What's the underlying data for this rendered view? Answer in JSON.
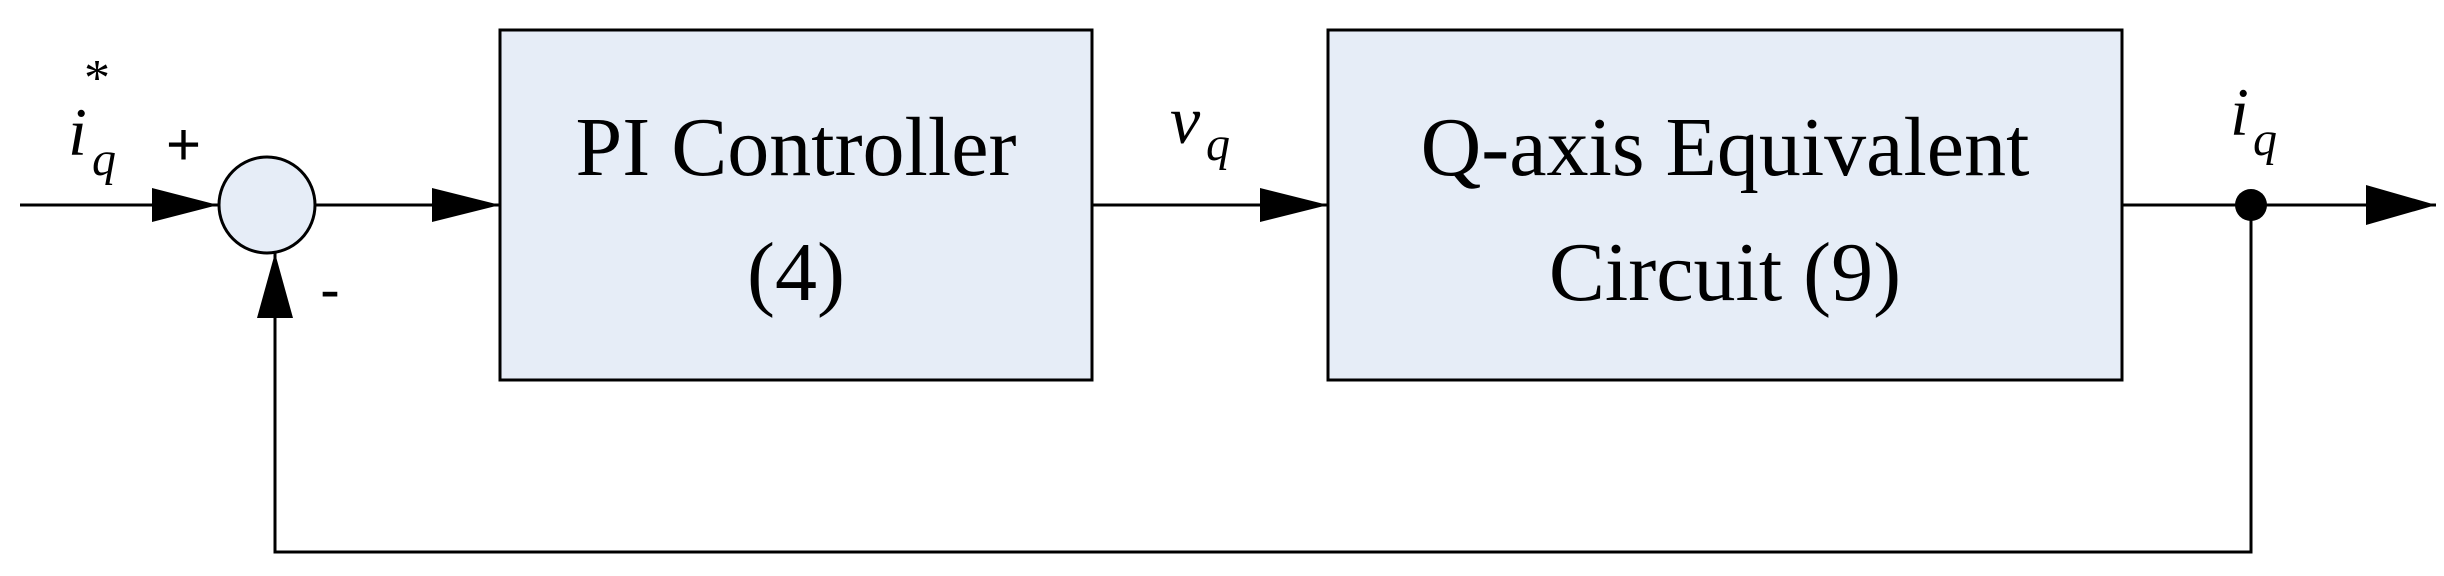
{
  "blocks": {
    "pi_controller": {
      "line1": "PI Controller",
      "line2": "(4)"
    },
    "q_axis_circuit": {
      "line1": "Q-axis Equivalent",
      "line2": "Circuit (9)"
    }
  },
  "signals": {
    "reference": {
      "symbol": "i",
      "subscript": "q",
      "superscript": "*"
    },
    "control": {
      "symbol": "v",
      "subscript": "q"
    },
    "output": {
      "symbol": "i",
      "subscript": "q"
    }
  },
  "summing_junction": {
    "plus": "+",
    "minus": "-"
  },
  "colors": {
    "block_fill": "#e6edf7",
    "line": "#000000"
  }
}
